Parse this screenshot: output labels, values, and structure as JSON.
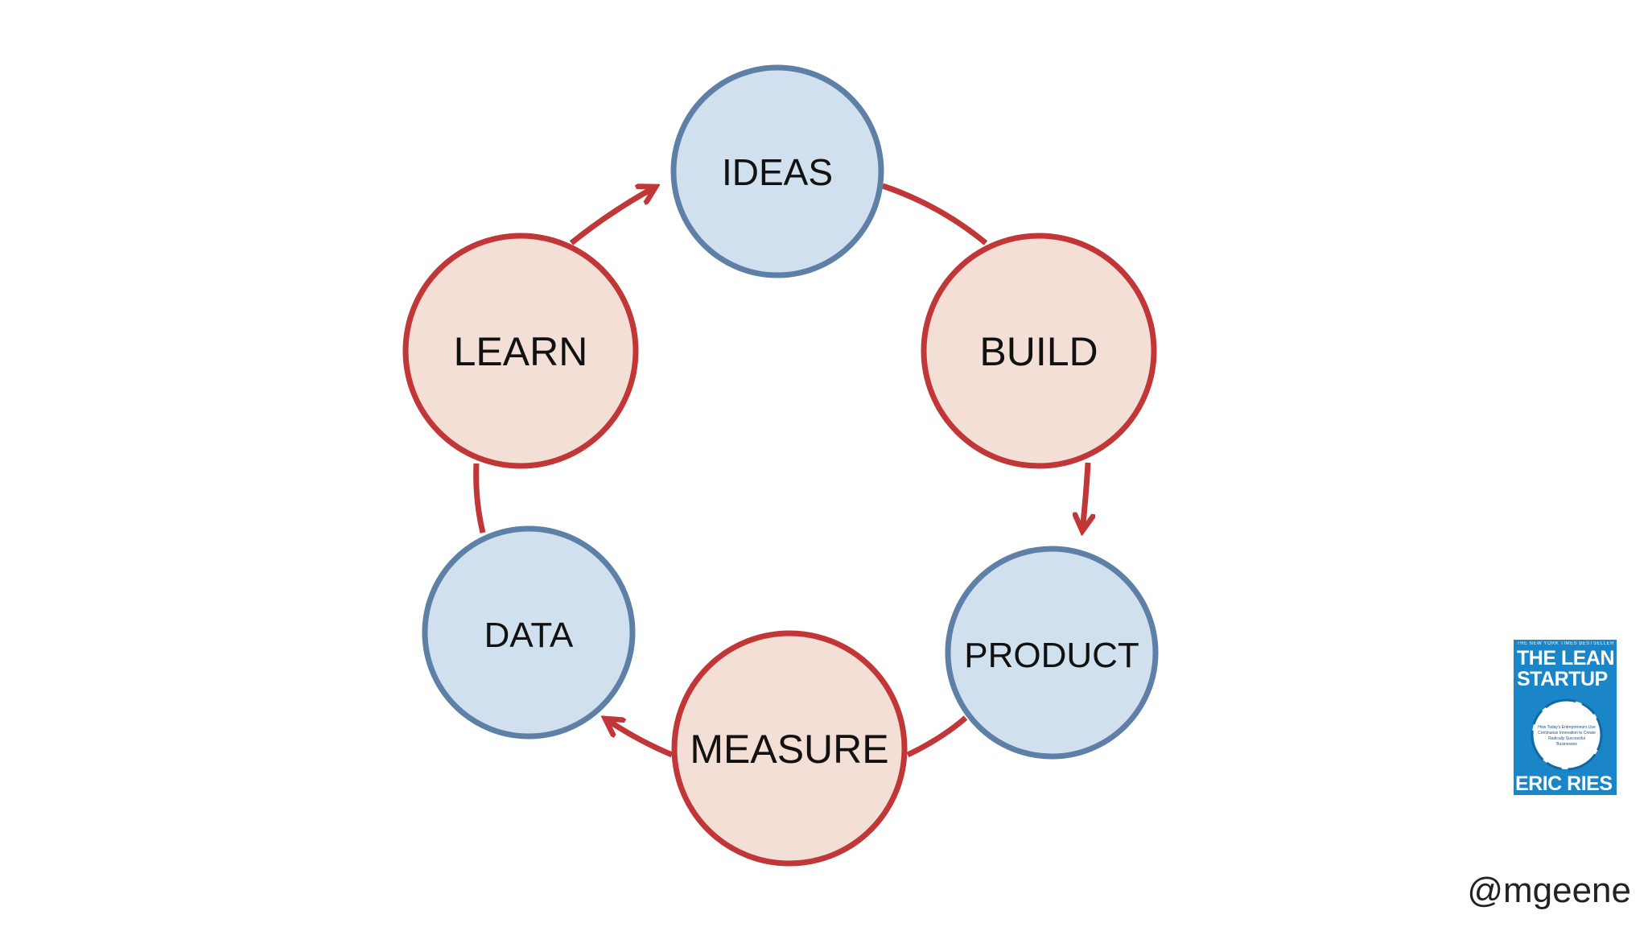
{
  "colors": {
    "stage_fill": "#f3dfd6",
    "stage_stroke": "#c13636",
    "artifact_fill": "#d1e0ef",
    "artifact_stroke": "#5e7fa6",
    "arrow": "#c13636"
  },
  "diagram": {
    "nodes": [
      {
        "id": "ideas",
        "label": "IDEAS",
        "kind": "artifact"
      },
      {
        "id": "build",
        "label": "BUILD",
        "kind": "stage"
      },
      {
        "id": "product",
        "label": "PRODUCT",
        "kind": "artifact"
      },
      {
        "id": "measure",
        "label": "MEASURE",
        "kind": "stage"
      },
      {
        "id": "data",
        "label": "DATA",
        "kind": "artifact"
      },
      {
        "id": "learn",
        "label": "LEARN",
        "kind": "stage"
      }
    ],
    "edges": [
      {
        "from": "ideas",
        "to": "build"
      },
      {
        "from": "build",
        "to": "product"
      },
      {
        "from": "product",
        "to": "measure"
      },
      {
        "from": "measure",
        "to": "data"
      },
      {
        "from": "data",
        "to": "learn"
      },
      {
        "from": "learn",
        "to": "ideas"
      }
    ]
  },
  "book": {
    "tagline": "THE NEW YORK TIMES BESTSELLER",
    "title_line1": "THE LEAN",
    "title_line2": "STARTUP",
    "blurb": "How Today's Entrepreneurs Use Continuous Innovation to Create Radically Successful Businesses",
    "author": "ERIC RIES"
  },
  "handle": "@mgeene"
}
